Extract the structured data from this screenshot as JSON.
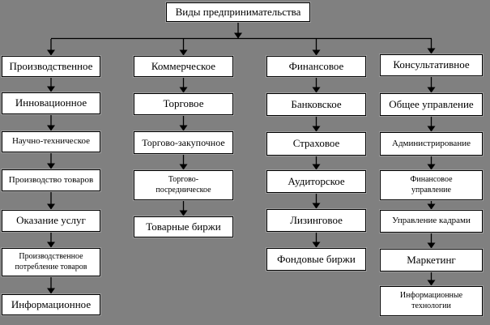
{
  "colors": {
    "background": "#808080",
    "box_fill": "#ffffff",
    "box_border": "#000000",
    "text": "#000000",
    "connector": "#000000"
  },
  "diagram": {
    "root": "Виды предпринимательства",
    "columns": [
      {
        "nodes": [
          "Производственное",
          "Инновационное",
          "Научно-техническое",
          "Производство товаров",
          "Оказание услуг",
          "Производственное\nпотребление товаров",
          "Информационное"
        ]
      },
      {
        "nodes": [
          "Коммерческое",
          "Торговое",
          "Торгово-закупочное",
          "Торгово-\nпосредническое",
          "Товарные биржи"
        ]
      },
      {
        "nodes": [
          "Финансовое",
          "Банковское",
          "Страховое",
          "Аудиторское",
          "Лизинговое",
          "Фондовые биржи"
        ]
      },
      {
        "nodes": [
          "Консультативное",
          "Общее управление",
          "Администрирование",
          "Финансовое\nуправление",
          "Управление кадрами",
          "Маркетинг",
          "Информационные\nтехнологии"
        ]
      }
    ]
  }
}
